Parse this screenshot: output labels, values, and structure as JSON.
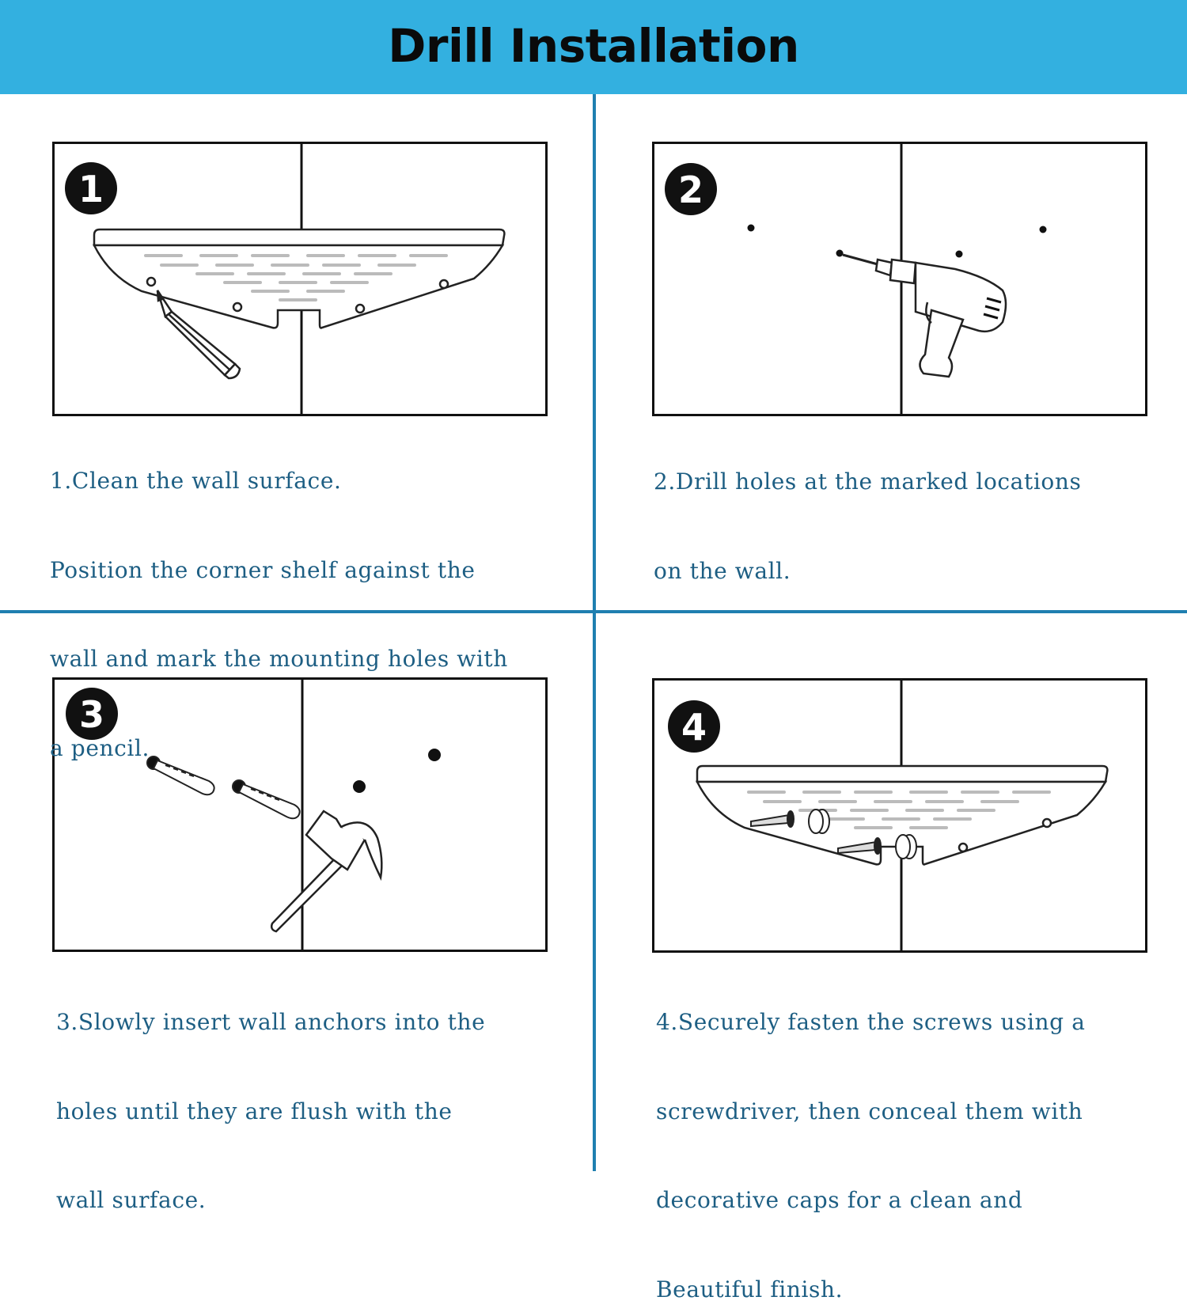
{
  "header": {
    "title": "Drill Installation"
  },
  "steps": [
    {
      "number": "1",
      "lines": [
        "1.Clean the wall surface.",
        "Position the corner shelf against the",
        "wall and mark the mounting holes with",
        "a pencil."
      ]
    },
    {
      "number": "2",
      "lines": [
        "2.Drill holes at the marked locations",
        "on the wall."
      ]
    },
    {
      "number": "3",
      "lines": [
        "3.Slowly insert wall anchors into the",
        "holes until they are flush with the",
        "wall surface."
      ]
    },
    {
      "number": "4",
      "lines": [
        "4.Securely fasten the screws using a",
        "screwdriver, then conceal them with",
        "decorative caps for a clean and",
        "Beautiful finish."
      ]
    }
  ],
  "icons": {
    "step1": [
      "step-badge",
      "corner-shelf",
      "pencil-icon"
    ],
    "step2": [
      "step-badge",
      "drill-icon",
      "marked-hole-dots"
    ],
    "step3": [
      "step-badge",
      "wall-anchor-icon",
      "hammer-icon"
    ],
    "step4": [
      "step-badge",
      "corner-shelf",
      "screw-icon",
      "decorative-cap-icon"
    ]
  },
  "colors": {
    "header_bg": "#33b0e0",
    "divider": "#1f7fb0",
    "text": "#1d5e83"
  }
}
